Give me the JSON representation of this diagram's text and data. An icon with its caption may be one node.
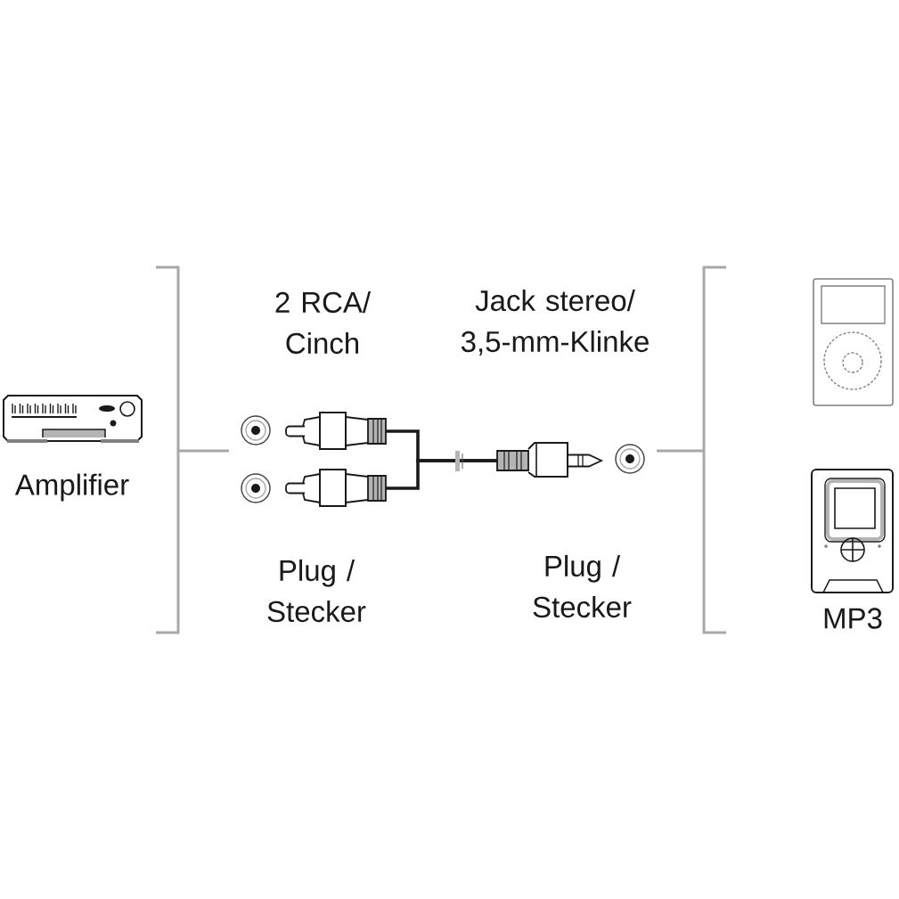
{
  "diagram": {
    "nodes": [
      {
        "text": [],
        "shape": "picture"
      },
      {
        "text": [],
        "shape": "picture"
      },
      {
        "text": [],
        "shape": "picture"
      }
    ],
    "edges": [
      {
        "from": 0,
        "to": 2,
        "arrow": "none"
      },
      {
        "from": 1,
        "to": 2,
        "arrow": "none"
      }
    ],
    "labels": [
      "2 RCA/ Cinch",
      "Jack stereo/ 3,5-mm-Klinke",
      "Amplifier",
      "Plug / Stecker",
      "Plug / Stecker",
      "MP3"
    ]
  }
}
